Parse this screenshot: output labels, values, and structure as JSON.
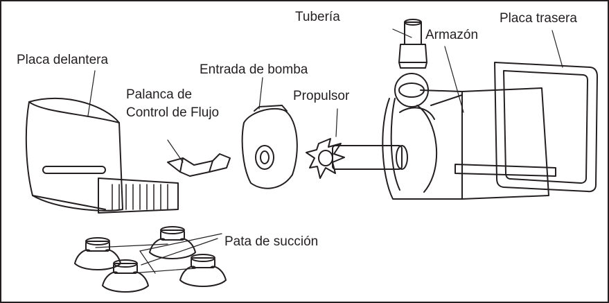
{
  "labels": {
    "tuberia": "Tubería",
    "armazon": "Armazón",
    "placa_trasera": "Placa trasera",
    "placa_delantera": "Placa delantera",
    "entrada_bomba": "Entrada de bomba",
    "palanca_line1": "Palanca de",
    "palanca_line2": "Control de Flujo",
    "propulsor": "Propulsor",
    "pata_succion": "Pata de succión"
  },
  "colors": {
    "ink": "#231f20",
    "paper": "#ffffff"
  }
}
